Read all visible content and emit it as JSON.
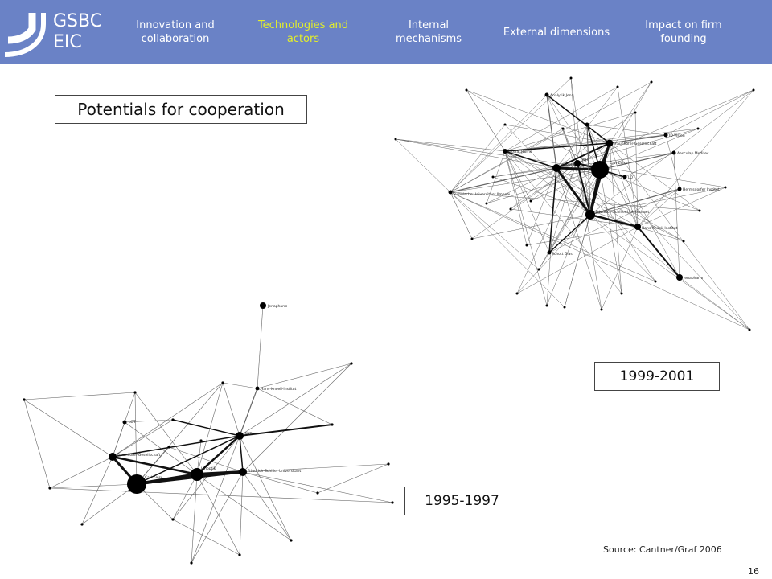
{
  "logo": {
    "line1": "GSBC",
    "line2": "EIC",
    "color": "#ffffff"
  },
  "nav": [
    {
      "label": "Innovation and collaboration",
      "active": false
    },
    {
      "label": "Technologies and actors",
      "active": true
    },
    {
      "label": "Internal mechanisms",
      "active": false
    },
    {
      "label": "External dimensions",
      "active": false
    },
    {
      "label": "Impact on firm founding",
      "active": false
    }
  ],
  "colors": {
    "header": "#6a82c6",
    "active_nav": "#e3ef2a"
  },
  "slide": {
    "title": "Potentials for cooperation",
    "period_recent": "1999-2001",
    "period_early": "1995-1997",
    "source": "Source: Cantner/Graf 2006",
    "page_number": "16"
  },
  "networks": {
    "early_labels": [
      "Jenapharm",
      "Hans-Knoell-Institut",
      "IPHT",
      "Fraunhofer-Gesellschaft",
      "Carl Zeiss",
      "Friedrich-Schiller-Universitaet",
      "Jenoptik",
      "LOT"
    ],
    "recent_labels": [
      "Analytik Jena",
      "Fraunhofer-Gesellschaft",
      "Intera. Home",
      "Carl Zeiss",
      "ID-Vision",
      "Aesculap Meditec",
      "Hermsdorfer Institut",
      "Technische Universitaet Ilmenau",
      "Friedrich-Schiller-Universitaet",
      "Hans-Knoell-Institut",
      "Schott Glas",
      "Jenapharm",
      "IPHT",
      "Jenoptik",
      "LOT"
    ]
  }
}
